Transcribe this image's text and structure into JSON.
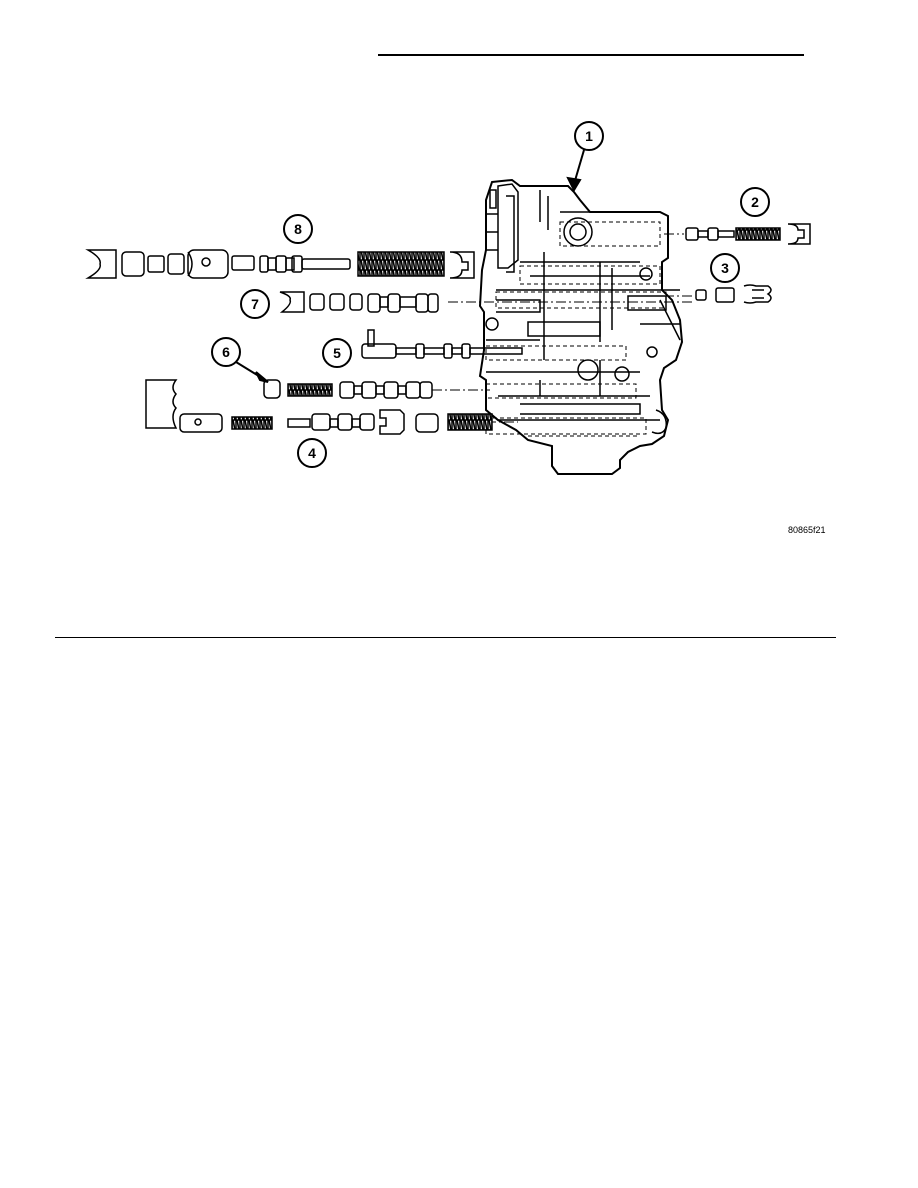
{
  "figure": {
    "code": "80865f21",
    "callouts": [
      "1",
      "2",
      "3",
      "4",
      "5",
      "6",
      "7",
      "8"
    ]
  },
  "colors": {
    "ink": "#000000",
    "paper": "#ffffff"
  }
}
